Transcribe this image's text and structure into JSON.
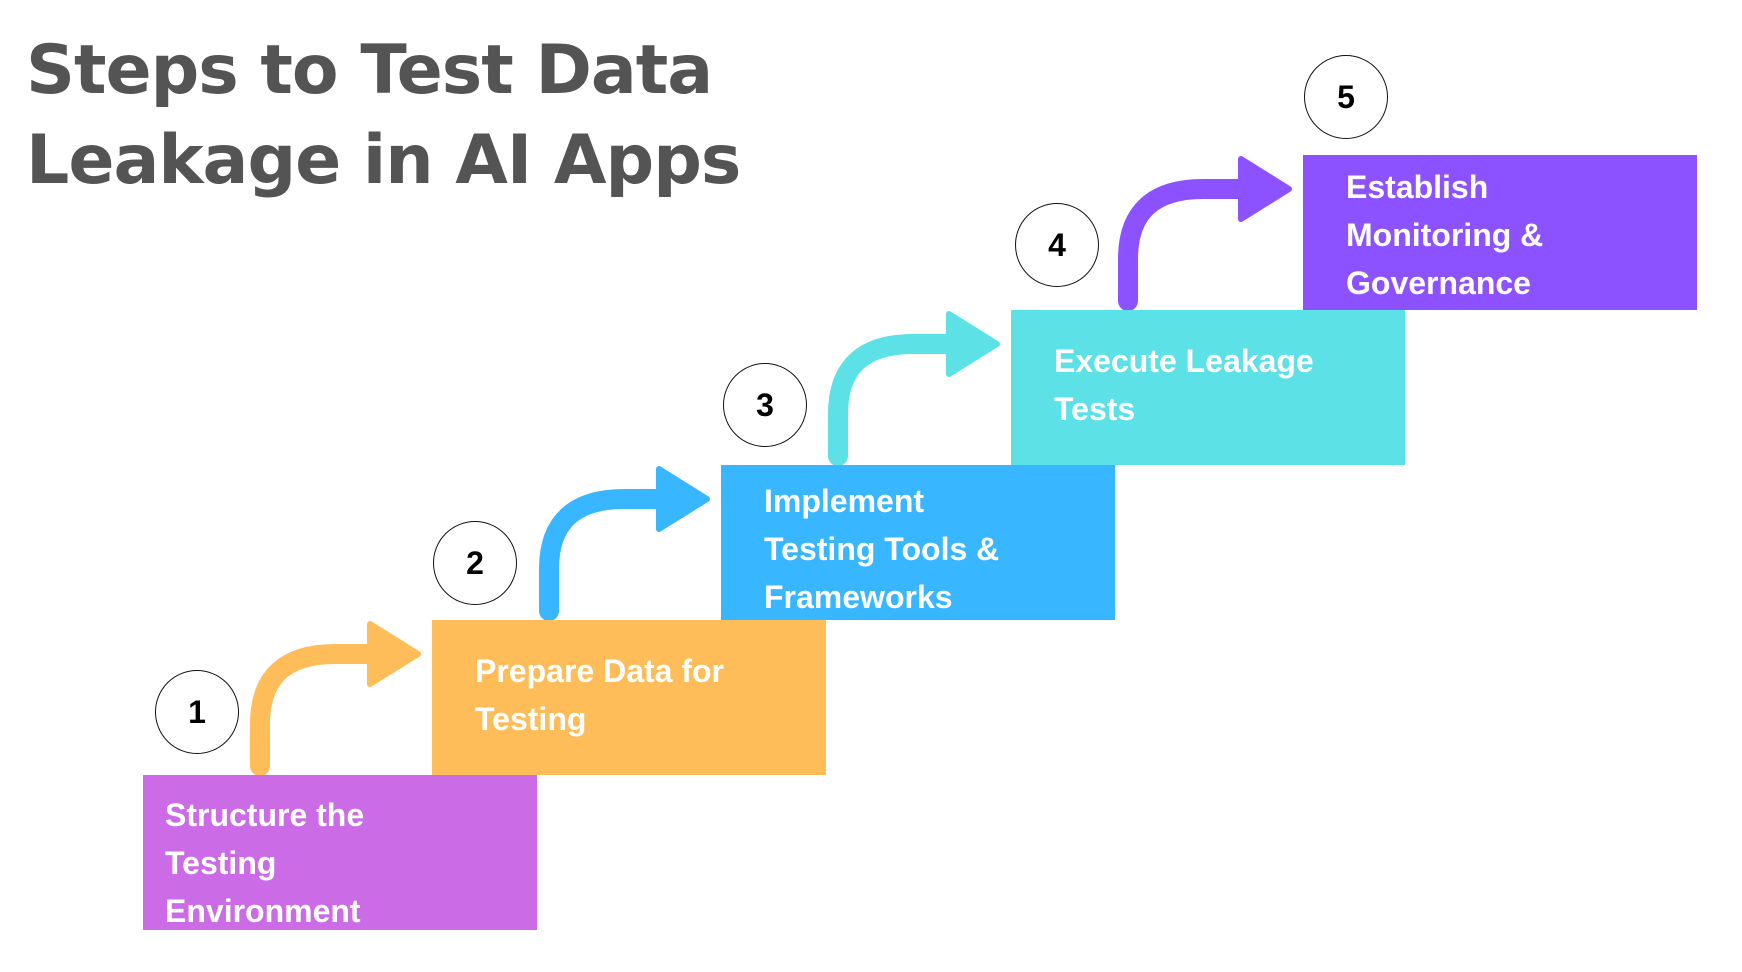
{
  "title": {
    "lines": [
      "Steps to Test Data",
      "Leakage in AI Apps"
    ],
    "color": "#545454"
  },
  "steps": [
    {
      "number": "1",
      "lines": [
        "Structure the",
        "Testing",
        "Environment"
      ],
      "color": "#CB6CE6",
      "arrow_color": "#FFBD59"
    },
    {
      "number": "2",
      "lines": [
        "Prepare Data for",
        "Testing"
      ],
      "color": "#FFBD59",
      "arrow_color": "#38B6FF"
    },
    {
      "number": "3",
      "lines": [
        "Implement",
        "Testing Tools &",
        "Frameworks"
      ],
      "color": "#38B6FF",
      "arrow_color": "#5CE1E6"
    },
    {
      "number": "4",
      "lines": [
        "Execute Leakage",
        "Tests"
      ],
      "color": "#5CE1E6",
      "arrow_color": "#8C52FF"
    },
    {
      "number": "5",
      "lines": [
        "Establish",
        "Monitoring &",
        "Governance"
      ],
      "color": "#8C52FF"
    }
  ]
}
